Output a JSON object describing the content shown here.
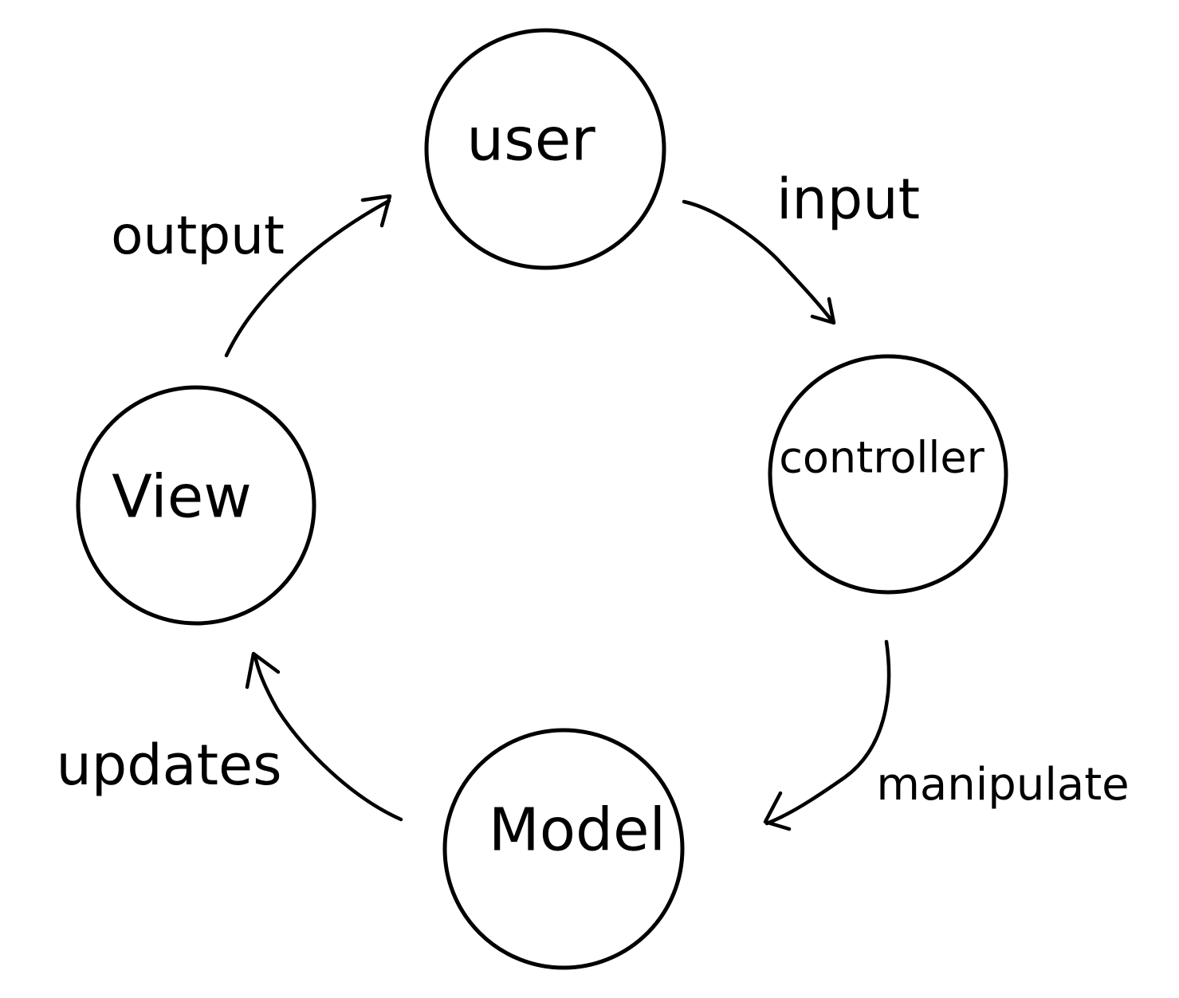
{
  "diagram": {
    "nodes": {
      "user": {
        "label": "user"
      },
      "controller": {
        "label": "controller"
      },
      "model": {
        "label": "Model"
      },
      "view": {
        "label": "View"
      }
    },
    "edges": {
      "input": {
        "label": "input",
        "from": "user",
        "to": "controller"
      },
      "manipulate": {
        "label": "manipulate",
        "from": "controller",
        "to": "model"
      },
      "updates": {
        "label": "updates",
        "from": "model",
        "to": "view"
      },
      "output": {
        "label": "output",
        "from": "view",
        "to": "user"
      }
    },
    "stroke_color": "#000000",
    "background_color": "#ffffff"
  }
}
